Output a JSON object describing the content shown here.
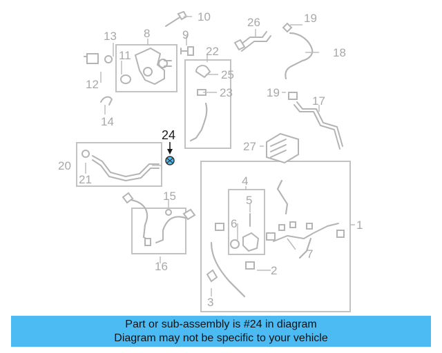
{
  "diagram": {
    "highlighted_callout": "24",
    "highlight_color": "#4dbbf3",
    "callouts": [
      {
        "id": "c1",
        "label": "1"
      },
      {
        "id": "c2",
        "label": "2"
      },
      {
        "id": "c3",
        "label": "3"
      },
      {
        "id": "c4",
        "label": "4"
      },
      {
        "id": "c5",
        "label": "5"
      },
      {
        "id": "c6",
        "label": "6"
      },
      {
        "id": "c7",
        "label": "7"
      },
      {
        "id": "c8",
        "label": "8"
      },
      {
        "id": "c9",
        "label": "9"
      },
      {
        "id": "c10",
        "label": "10"
      },
      {
        "id": "c11",
        "label": "11"
      },
      {
        "id": "c12",
        "label": "12"
      },
      {
        "id": "c13",
        "label": "13"
      },
      {
        "id": "c14",
        "label": "14"
      },
      {
        "id": "c15",
        "label": "15"
      },
      {
        "id": "c16",
        "label": "16"
      },
      {
        "id": "c17",
        "label": "17"
      },
      {
        "id": "c18",
        "label": "18"
      },
      {
        "id": "c19a",
        "label": "19"
      },
      {
        "id": "c19b",
        "label": "19"
      },
      {
        "id": "c20",
        "label": "20"
      },
      {
        "id": "c21",
        "label": "21"
      },
      {
        "id": "c22",
        "label": "22"
      },
      {
        "id": "c23",
        "label": "23"
      },
      {
        "id": "c24",
        "label": "24"
      },
      {
        "id": "c25",
        "label": "25"
      },
      {
        "id": "c26",
        "label": "26"
      },
      {
        "id": "c27",
        "label": "27"
      }
    ]
  },
  "caption": {
    "line1": "Part or sub-assembly is #24 in diagram",
    "line2": "Diagram may not be specific to your vehicle",
    "background": "#4dbbf3"
  }
}
